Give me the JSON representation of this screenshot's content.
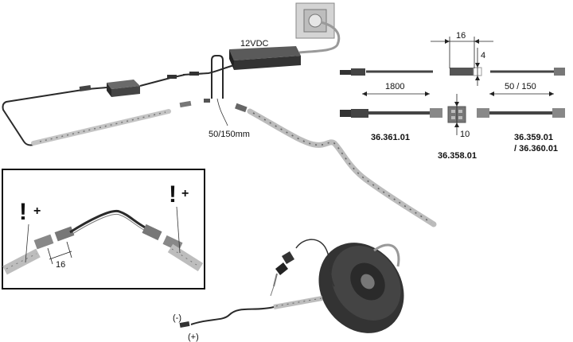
{
  "labels": {
    "psu_voltage": "12VDC",
    "cable_length_short": "50/150mm",
    "dim_connector_width": "16",
    "dim_connector_height": "4",
    "dim_cable_length": "1800",
    "dim_cable_length_options": "50 / 150",
    "dim_clip_width": "10",
    "dim_inset_connector": "16",
    "code_feed_cable": "36.361.01",
    "code_connector": "36.358.01",
    "code_link_cable_a": "36.359.01",
    "code_link_cable_b": "/ 36.360.01",
    "polarity_negative": "(-)",
    "polarity_positive": "(+)",
    "warning_left": "!",
    "plus_left": "+",
    "warning_right": "!",
    "plus_right": "+"
  },
  "colors": {
    "cable": "#2a2a2a",
    "strip": "#bfbfbf",
    "psu": "#333333",
    "socket": "#d0d0d0",
    "reel": "#3a3a3a"
  }
}
